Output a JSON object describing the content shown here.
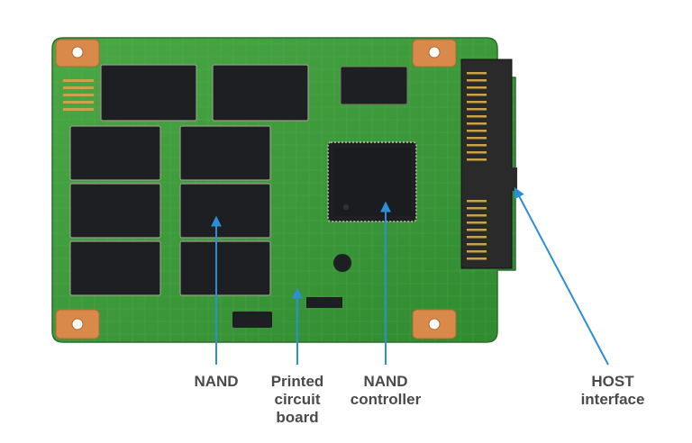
{
  "diagram": {
    "components": [
      "NAND flash chip",
      "NAND controller chip",
      "SATA connector",
      "circuit board"
    ],
    "labels": {
      "nand": [
        "NAND"
      ],
      "pcb": [
        "Printed",
        "circuit",
        "board"
      ],
      "controller": [
        "NAND",
        "controller"
      ],
      "host": [
        "HOST",
        "interface"
      ]
    },
    "colors": {
      "board": "#3f9a3c",
      "board_dark": "#2d7a2c",
      "chip": "#1d1f22",
      "pad": "#d98a4a",
      "connector": "#2a2a2a",
      "pins": "#c9a24a",
      "arrow": "#2a8fd6",
      "text": "#4a4a4a"
    }
  }
}
